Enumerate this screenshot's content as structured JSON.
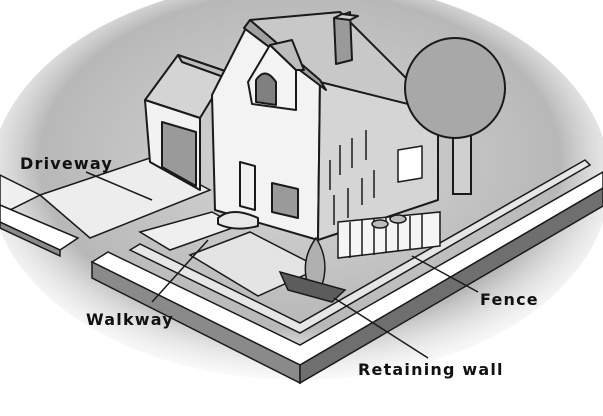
{
  "labels": {
    "driveway": "Driveway",
    "walkway": "Walkway",
    "fence": "Fence",
    "retaining_wall": "Retaining wall"
  },
  "colors": {
    "ground": "#c9c9c9",
    "ground_dark": "#9a9a9a",
    "wall_light": "#efefef",
    "wall_shade": "#bdbdbd",
    "roof": "#d9d9d9",
    "outline": "#1a1a1a",
    "tree": "#9e9e9e"
  }
}
